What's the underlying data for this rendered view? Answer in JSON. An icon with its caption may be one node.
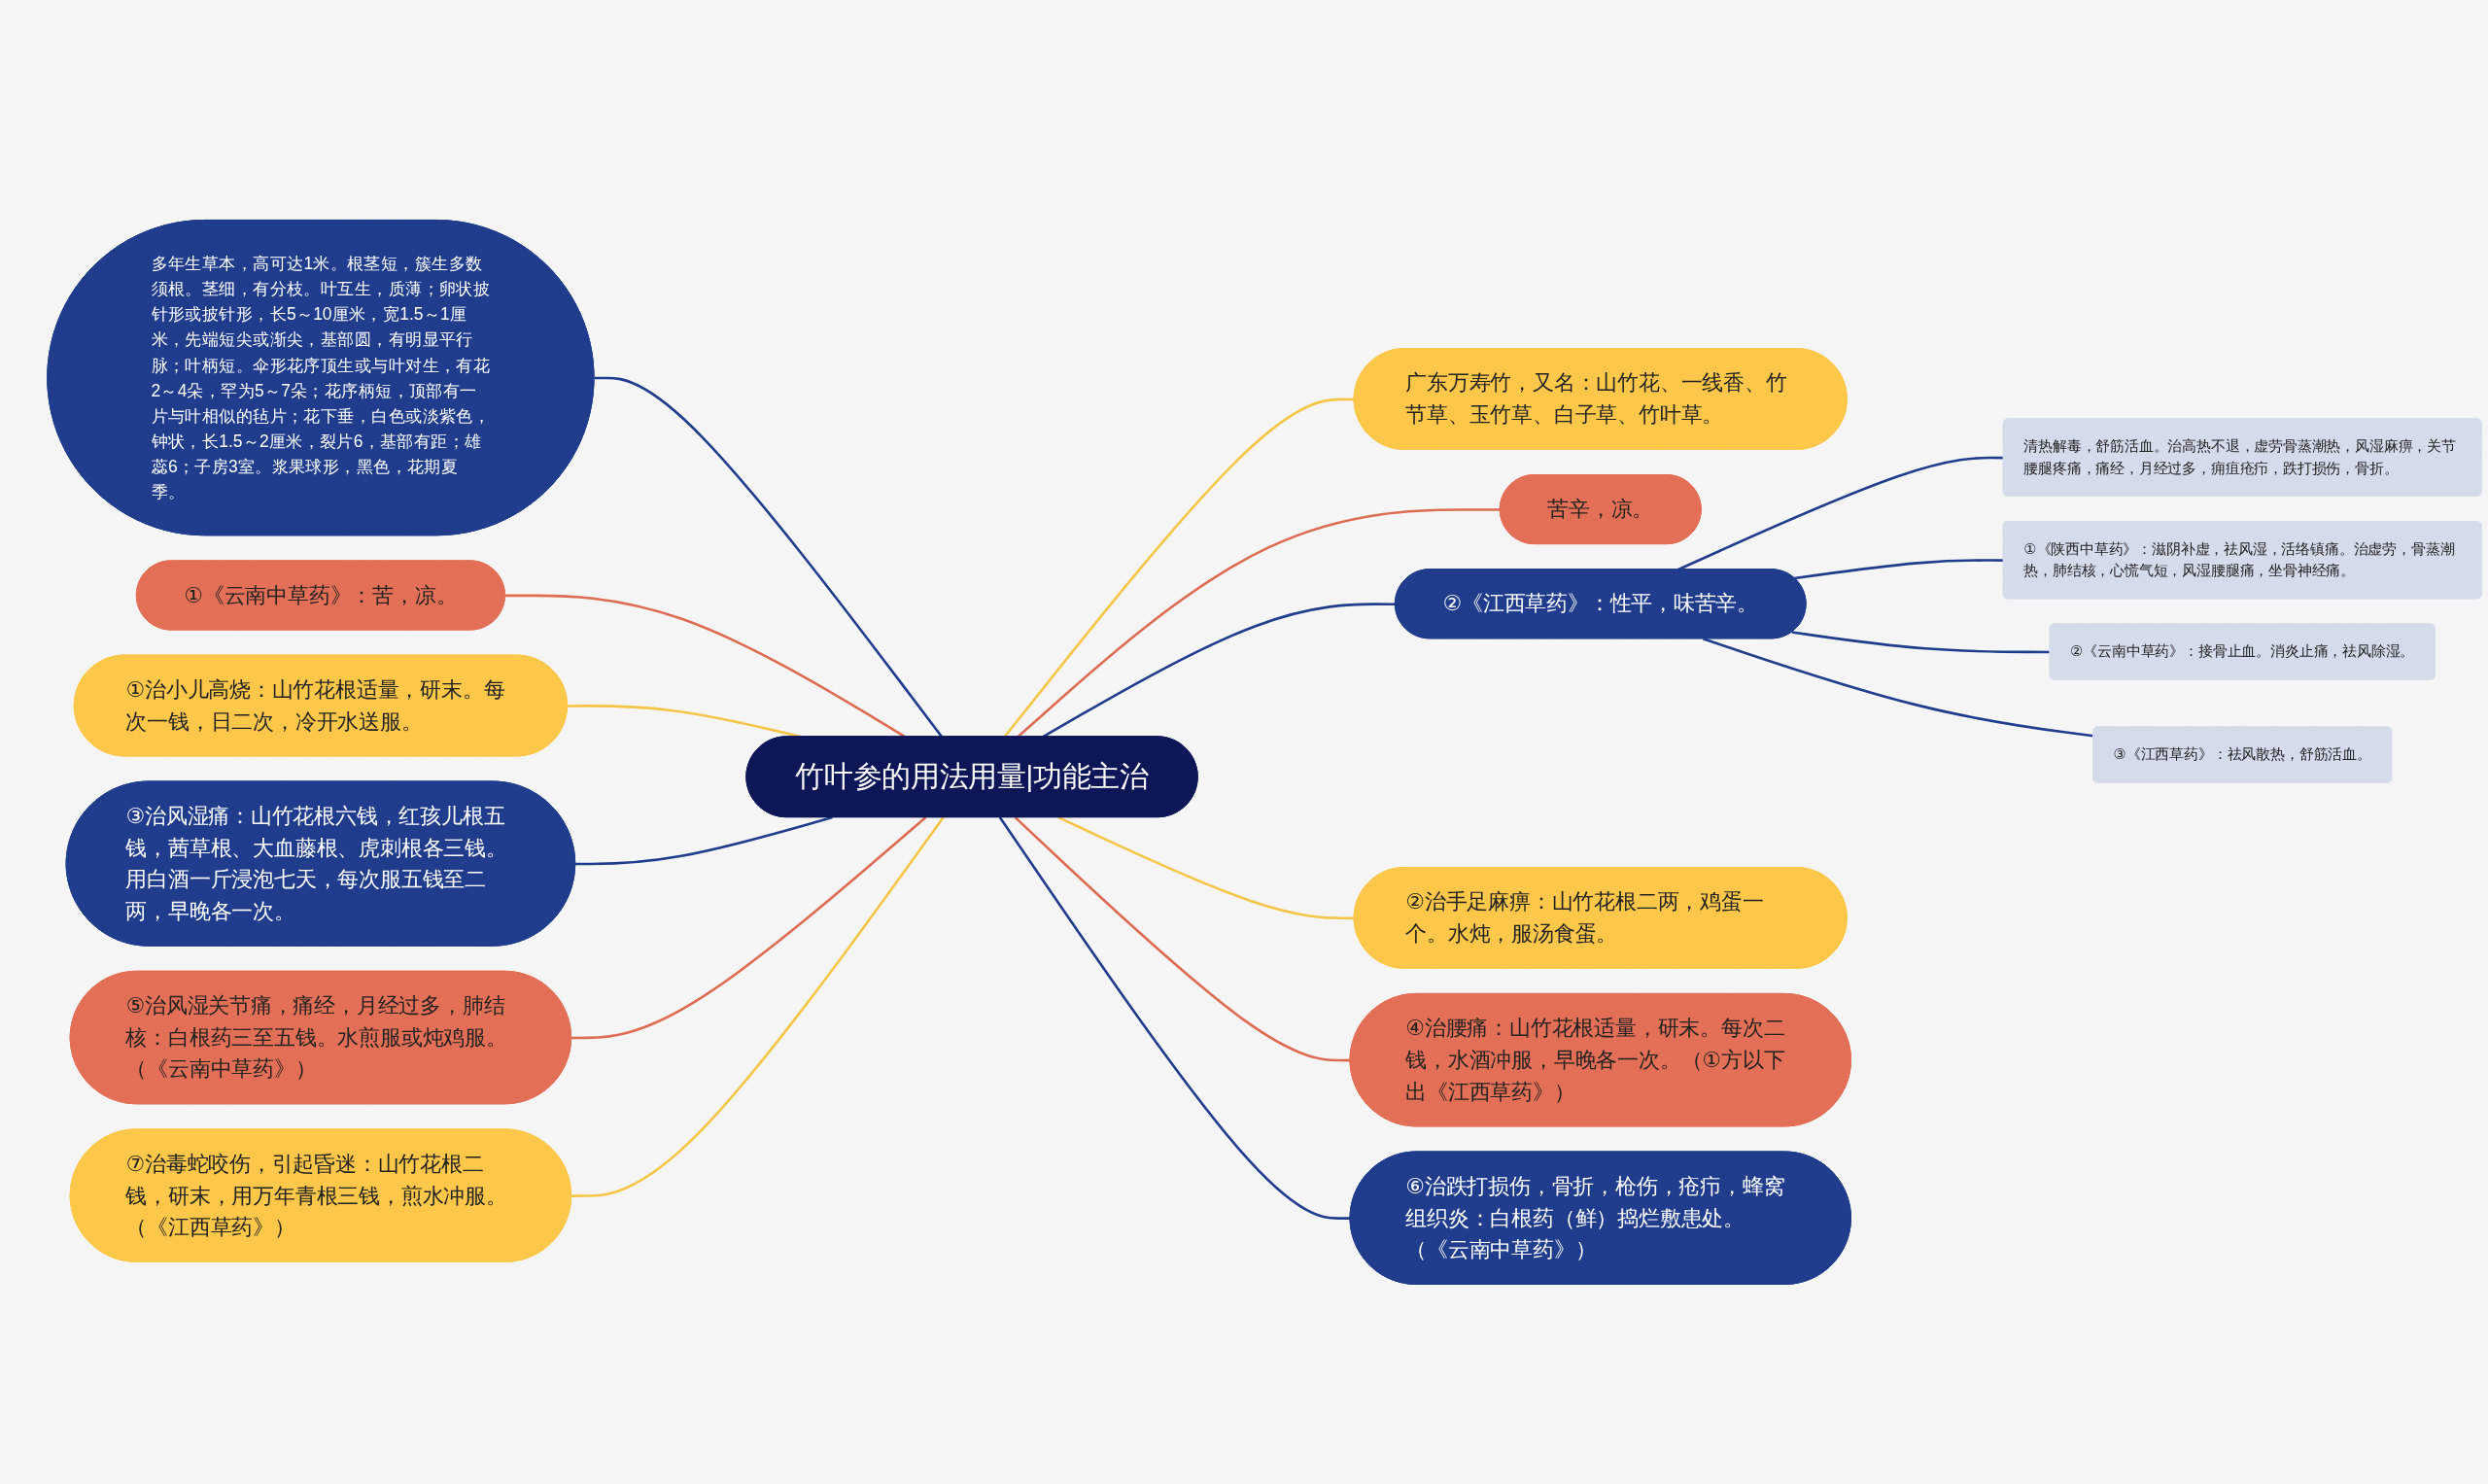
{
  "diagram": {
    "nodes": [
      {
        "text": [
          "竹叶参的用法用量|功能主治"
        ]
      },
      {
        "text": [
          "广东万寿竹，又名：山竹花、一线香、竹节草、玉竹草、白子草、竹叶草。"
        ]
      },
      {
        "text": [
          "苦辛，凉。"
        ]
      },
      {
        "text": [
          "②《江西草药》：性平，味苦辛。"
        ]
      },
      {
        "text": [
          "清热解毒，舒筋活血。治高热不退，虚劳骨蒸潮热，风湿麻痹，关节腰腿疼痛，痛经，月经过多，痈疽疮疖，跌打损伤，骨折。"
        ]
      },
      {
        "text": [
          "①《陕西中草药》：滋阴补虚，祛风湿，活络镇痛。治虚劳，骨蒸潮热，肺结核，心慌气短，风湿腰腿痛，坐骨神经痛。"
        ]
      },
      {
        "text": [
          "②《云南中草药》：接骨止血。消炎止痛，祛风除湿。"
        ]
      },
      {
        "text": [
          "③《江西草药》：祛风散热，舒筋活血。"
        ]
      },
      {
        "text": [
          "②治手足麻痹：山竹花根二两，鸡蛋一个。水炖，服汤食蛋。"
        ]
      },
      {
        "text": [
          "④治腰痛：山竹花根适量，研末。每次二钱，水酒冲服，早晚各一次。（①方以下出《江西草药》）"
        ]
      },
      {
        "text": [
          "⑥治跌打损伤，骨折，枪伤，疮疖，蜂窝组织炎：白根药（鲜）捣烂敷患处。（《云南中草药》）"
        ]
      },
      {
        "text": [
          "多年生草本，高可达1米。根茎短，簇生多数须根。茎细，有分枝。叶互生，质薄；卵状披针形或披针形，长5～10厘米，宽1.5～1厘米，先端短尖或渐尖，基部圆，有明显平行脉；叶柄短。伞形花序顶生或与叶对生，有花2～4朵，罕为5～7朵；花序柄短，顶部有一片与叶相似的毡片；花下垂，白色或淡紫色，钟状，长1.5～2厘米，裂片6，基部有距；雄蕊6；子房3室。浆果球形，黑色，花期夏季。"
        ]
      },
      {
        "text": [
          "①《云南中草药》：苦，凉。"
        ]
      },
      {
        "text": [
          "①治小儿高烧：山竹花根适量，研末。每次一钱，日二次，冷开水送服。"
        ]
      },
      {
        "text": [
          "③治风湿痛：山竹花根六钱，红孩儿根五钱，茜草根、大血藤根、虎刺根各三钱。用白酒一斤浸泡七天，每次服五钱至二两，早晚各一次。"
        ]
      },
      {
        "text": [
          "⑤治风湿关节痛，痛经，月经过多，肺结核：白根药三至五钱。水煎服或炖鸡服。（《云南中草药》）"
        ]
      },
      {
        "text": [
          "⑦治毒蛇咬伤，引起昏迷：山竹花根二钱，研末，用万年青根三钱，煎水冲服。（《江西草药》）"
        ]
      }
    ],
    "edges": [
      {
        "from": 0,
        "to": 1,
        "arrow": "none",
        "color": "#f5c547"
      },
      {
        "from": 0,
        "to": 2,
        "arrow": "none",
        "color": "#dd6c52"
      },
      {
        "from": 0,
        "to": 3,
        "arrow": "none"
      },
      {
        "from": 3,
        "to": 4,
        "arrow": "none"
      },
      {
        "from": 3,
        "to": 5,
        "arrow": "none"
      },
      {
        "from": 3,
        "to": 6,
        "arrow": "none"
      },
      {
        "from": 3,
        "to": 7,
        "arrow": "none"
      },
      {
        "from": 0,
        "to": 8,
        "arrow": "none",
        "color": "#f5c547"
      },
      {
        "from": 0,
        "to": 9,
        "arrow": "none",
        "color": "#dd6c52"
      },
      {
        "from": 0,
        "to": 10,
        "arrow": "none"
      },
      {
        "from": 11,
        "to": 0,
        "arrow": "none"
      },
      {
        "from": 12,
        "to": 0,
        "arrow": "none",
        "color": "#dd6c52"
      },
      {
        "from": 13,
        "to": 0,
        "arrow": "none",
        "color": "#f5c547"
      },
      {
        "from": 14,
        "to": 0,
        "arrow": "none"
      },
      {
        "from": 15,
        "to": 0,
        "arrow": "none",
        "color": "#dd6c52"
      },
      {
        "from": 16,
        "to": 0,
        "arrow": "none",
        "color": "#f5c547"
      }
    ]
  }
}
